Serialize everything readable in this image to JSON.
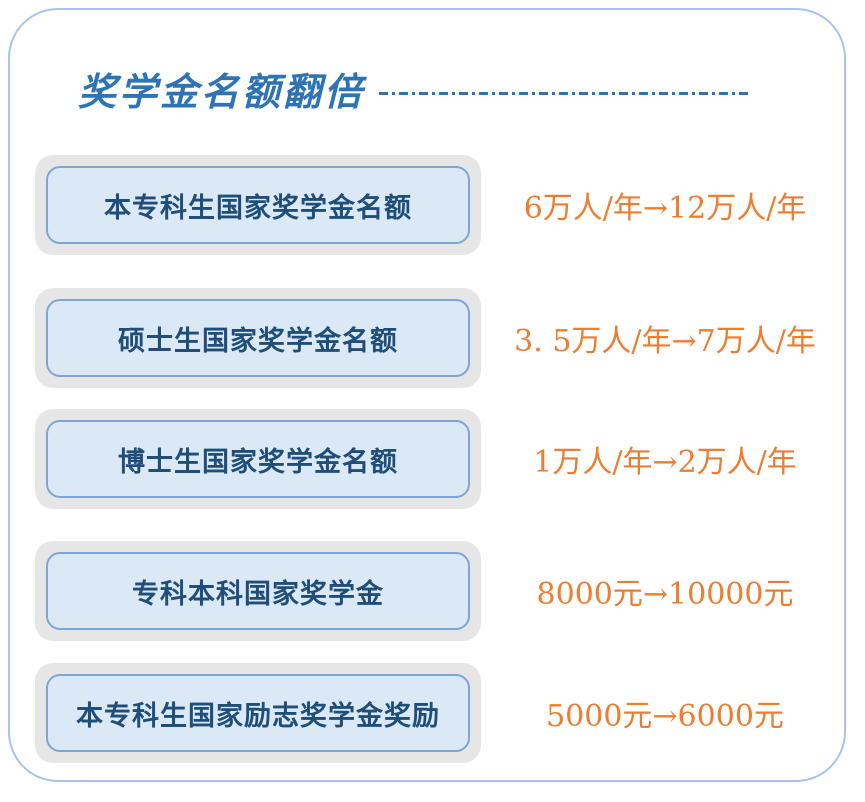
{
  "header": {
    "title": "奖学金名额翻倍"
  },
  "rows": [
    {
      "label": "本专科生国家奖学金名额",
      "value": "6万人/年→12万人/年"
    },
    {
      "label": "硕士生国家奖学金名额",
      "value": "3. 5万人/年→7万人/年"
    },
    {
      "label": "博士生国家奖学金名额",
      "value": "1万人/年→2万人/年"
    },
    {
      "label": "专科本科国家奖学金",
      "value": "8000元→10000元"
    },
    {
      "label": "本专科生国家励志奖学金奖励",
      "value": "5000元→6000元"
    }
  ],
  "colors": {
    "title_blue": "#2e74b5",
    "label_blue": "#1f4e79",
    "value_orange": "#ed7d31",
    "box_fill": "#dbe8f6",
    "box_border": "#7ea5d7",
    "box_outer_gray": "#e7e6e6",
    "frame_border": "#aac3e9"
  }
}
